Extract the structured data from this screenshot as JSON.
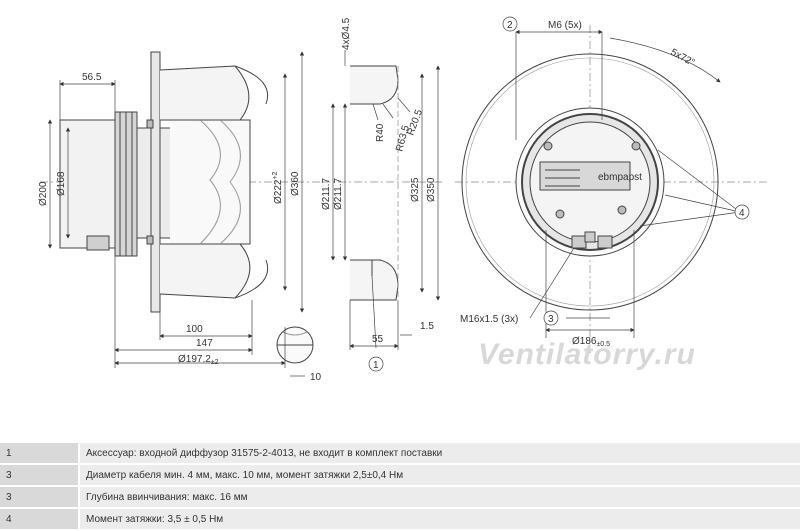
{
  "dimensions": {
    "d_56_5": "56.5",
    "d_200": "Ø200",
    "d_168": "Ø168",
    "d_222": "Ø222",
    "d_222_tol": "+2",
    "d_360": "Ø360",
    "d_100": "100",
    "d_147": "147",
    "d_197_2": "Ø197.2",
    "d_197_2_tol": "±2",
    "d_10": "10",
    "d_4x4_5": "4xØ4.5",
    "d_r20_5": "R20.5",
    "d_r63_5": "R63.5",
    "d_r40": "R40",
    "d_211_7a": "Ø211.7",
    "d_211_7b": "Ø211.7",
    "d_325": "Ø325",
    "d_350": "Ø350",
    "d_55": "55",
    "d_1_5": "1.5",
    "d_m6": "M6 (5x)",
    "d_5x72": "5x72°",
    "d_m16": "M16x1.5 (3x)",
    "d_186": "Ø186",
    "d_186_tol": "±0.5",
    "motor_brand": "ebmpapst"
  },
  "callouts": {
    "c1": "1",
    "c2": "2",
    "c3": "3",
    "c4": "4"
  },
  "watermark": "Ventilatorry.ru",
  "notes": [
    {
      "num": "1",
      "text": "Аксессуар: входной диффузор 31575-2-4013, не входит в комплект поставки"
    },
    {
      "num": "3",
      "text": "Диаметр кабеля мин. 4 мм, макс. 10 мм, момент затяжки 2,5±0,4 Нм"
    },
    {
      "num": "3",
      "text": "Глубина ввинчивания: макс. 16 мм"
    },
    {
      "num": "4",
      "text": "Момент затяжки: 3,5 ± 0,5 Нм"
    }
  ]
}
